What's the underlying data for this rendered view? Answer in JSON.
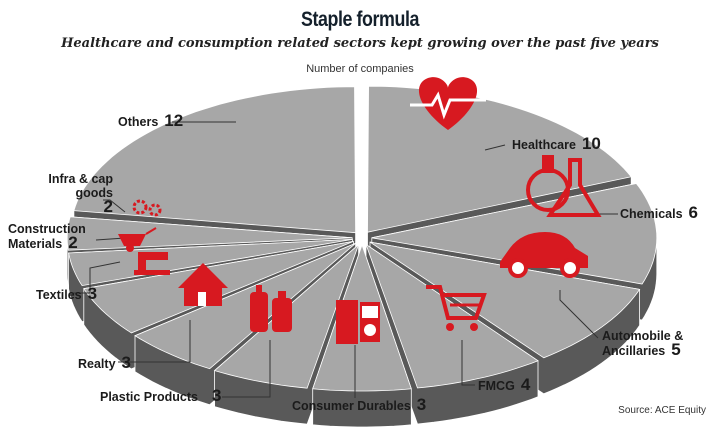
{
  "title": "Staple formula",
  "subtitle": "Healthcare and consumption related sectors kept growing over the past five years",
  "unit_label": "Number of companies",
  "source": "Source: ACE Equity",
  "colors": {
    "top": "#a7a7a7",
    "side": "#595959",
    "icon": "#d71920"
  },
  "chart_data": {
    "type": "pie",
    "style": "3d-exploded",
    "title": "Staple formula",
    "categories": [
      "Healthcare",
      "Chemicals",
      "Automobile & Ancillaries",
      "FMCG",
      "Consumer Durables",
      "Plastic Products",
      "Realty",
      "Textiles",
      "Construction Materials",
      "Infra & cap goods",
      "Others"
    ],
    "values": [
      10,
      6,
      5,
      4,
      3,
      3,
      3,
      3,
      2,
      2,
      12
    ],
    "labels": [
      {
        "name": "Healthcare",
        "value": "10"
      },
      {
        "name": "Chemicals",
        "value": "6"
      },
      {
        "name": "Automobile & Ancillaries",
        "value": "5"
      },
      {
        "name": "FMCG",
        "value": "4"
      },
      {
        "name": "Consumer Durables",
        "value": "3"
      },
      {
        "name": "Plastic Products",
        "value": "3"
      },
      {
        "name": "Realty",
        "value": "3"
      },
      {
        "name": "Textiles",
        "value": "3"
      },
      {
        "name": "Construction Materials",
        "value": "2"
      },
      {
        "name": "Infra & cap goods",
        "value": "2"
      },
      {
        "name": "Others",
        "value": "12"
      }
    ]
  }
}
